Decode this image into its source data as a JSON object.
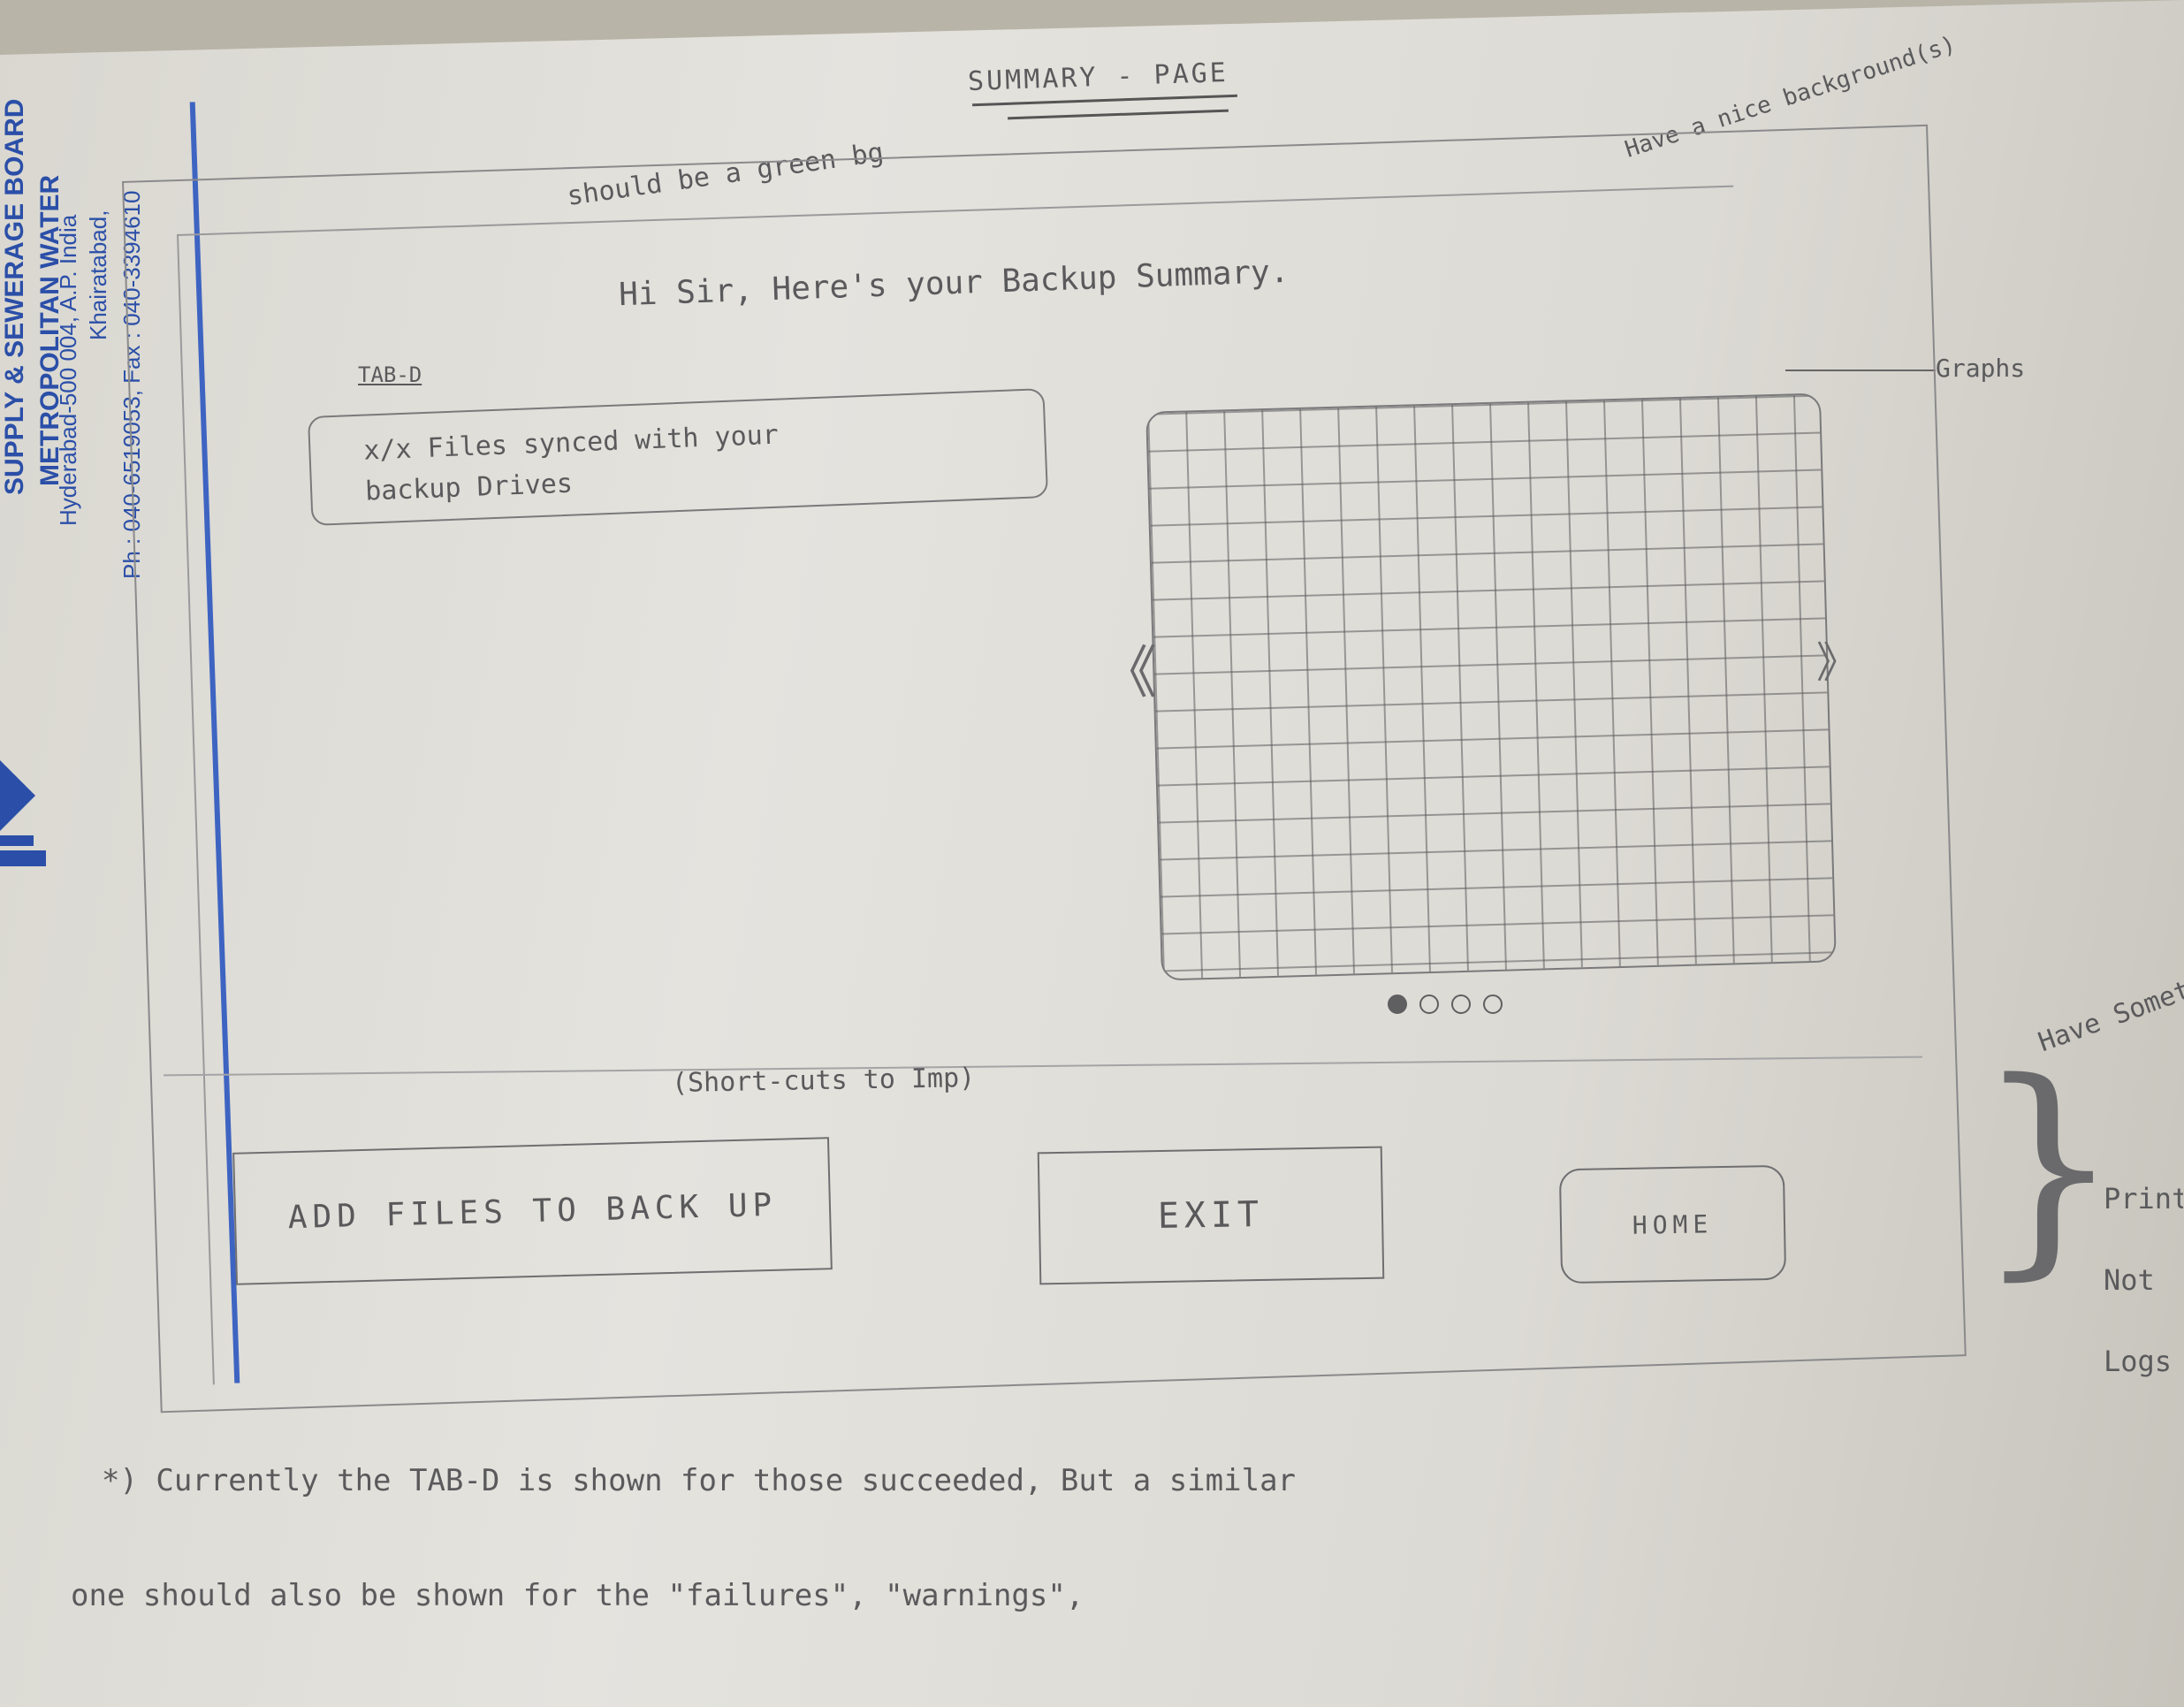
{
  "letterhead": {
    "org_line1": "METROPOLITAN WATER",
    "org_line2": "SUPPLY & SEWERAGE BOARD",
    "address_line1": "Khairatabad,",
    "address_line2": "Hyderabad-500 004, A.P. India",
    "address_line3": "Ph : 040-6519053, Fax : 040-3394610"
  },
  "sketch": {
    "page_title": "SUMMARY - PAGE",
    "greeting": "Hi Sir,       Here's   your   Backup   Summary.",
    "tab_label": "TAB-D",
    "tab_text_line1": "x/x   Files   synced   with   your",
    "tab_text_line2": "backup   Drives",
    "shortcut_label": "(Short-cuts to Imp)",
    "buttons": {
      "add_files": "ADD  FILES  TO  BACK UP",
      "exit": "EXIT",
      "home": "HOME"
    },
    "carousel": {
      "left_arrow": "《",
      "right_arrow": "》",
      "dot_count": 4,
      "active_index": 0
    }
  },
  "annotations": {
    "green_bg": "should be a green bg",
    "nice_background": "Have a nice background(s)",
    "graphs": "Graphs",
    "have_something": "Have Something",
    "side_words": [
      "Print",
      "Not",
      "Logs"
    ],
    "footnote_line1": "*) Currently   the   TAB-D   is   shown   for   those   succeeded,   But   a   similar",
    "footnote_line2": "one   should also   be   shown   for   the   \"failures\",   \"warnings\","
  }
}
